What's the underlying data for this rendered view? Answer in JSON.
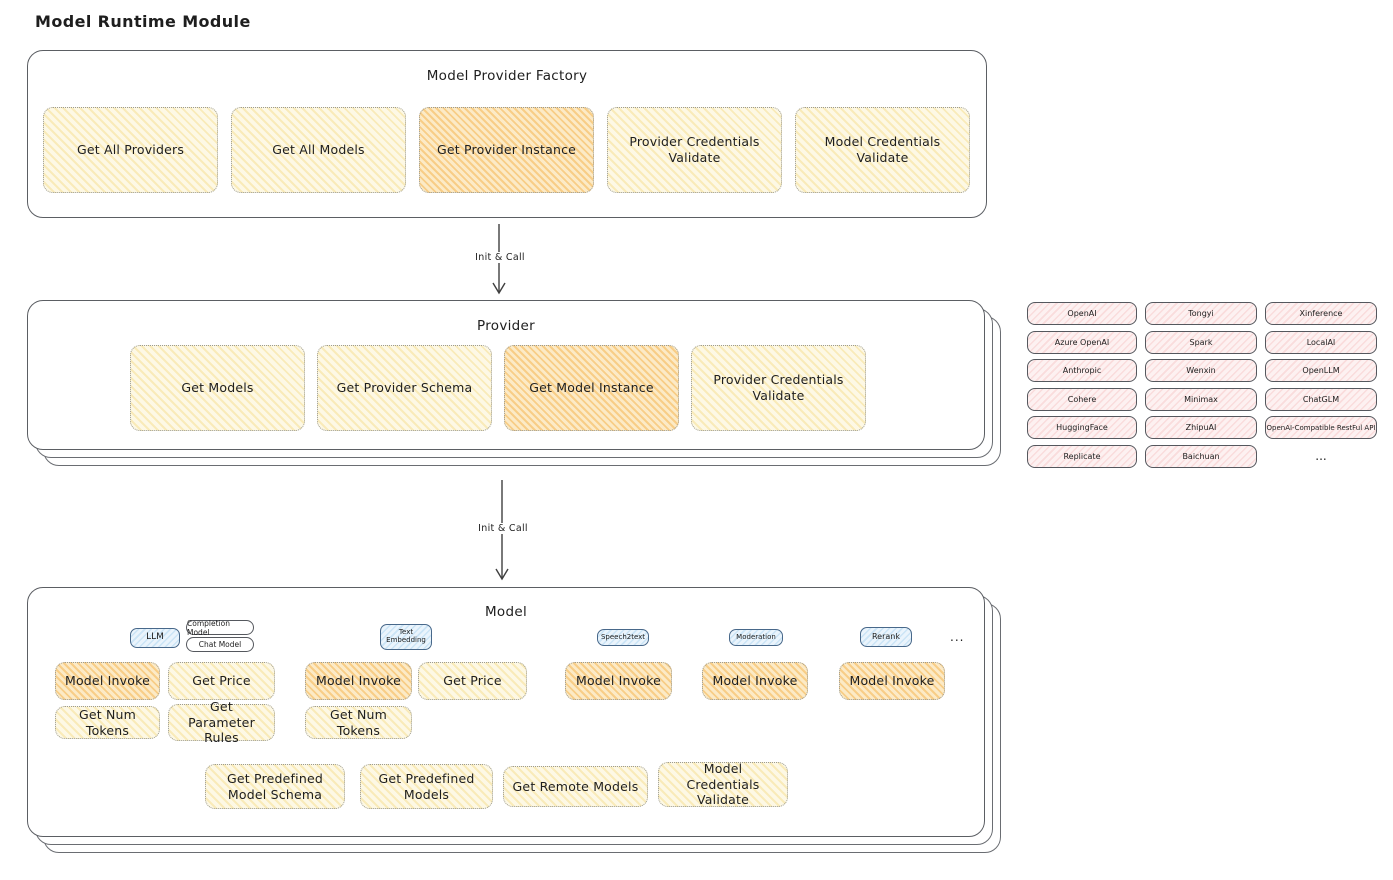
{
  "page_title": "Model Runtime Module",
  "factory": {
    "title": "Model Provider Factory",
    "items": [
      {
        "label": "Get All Providers",
        "highlighted": false
      },
      {
        "label": "Get All Models",
        "highlighted": false
      },
      {
        "label": "Get Provider Instance",
        "highlighted": true
      },
      {
        "label": "Provider Credentials Validate",
        "highlighted": false
      },
      {
        "label": "Model Credentials Validate",
        "highlighted": false
      }
    ]
  },
  "arrows": {
    "first_label": "Init & Call",
    "second_label": "Init & Call"
  },
  "provider": {
    "title": "Provider",
    "items": [
      {
        "label": "Get Models",
        "highlighted": false
      },
      {
        "label": "Get Provider Schema",
        "highlighted": false
      },
      {
        "label": "Get Model Instance",
        "highlighted": true
      },
      {
        "label": "Provider Credentials Validate",
        "highlighted": false
      }
    ]
  },
  "providers_panel": {
    "cells": [
      "OpenAI",
      "Tongyi",
      "Xinference",
      "Azure OpenAI",
      "Spark",
      "LocalAI",
      "Anthropic",
      "Wenxin",
      "OpenLLM",
      "Cohere",
      "Minimax",
      "ChatGLM",
      "HuggingFace",
      "ZhipuAI",
      "OpenAI-Compatible RestFul API",
      "Replicate",
      "Baichuan"
    ],
    "more_label": "..."
  },
  "model": {
    "title": "Model",
    "tags": {
      "llm": "LLM",
      "completion": "Completion Model",
      "chat": "Chat Model",
      "text_embedding": "Text Embedding",
      "speech2text": "Speech2text",
      "moderation": "Moderation",
      "rerank": "Rerank",
      "more": "..."
    },
    "functions": {
      "model_invoke": "Model Invoke",
      "get_price": "Get Price",
      "get_num_tokens": "Get Num Tokens",
      "get_parameter_rules": "Get Parameter Rules",
      "get_predefined_model_schema": "Get Predefined Model Schema",
      "get_predefined_models": "Get Predefined Models",
      "get_remote_models": "Get Remote Models",
      "model_credentials_validate": "Model Credentials Validate"
    }
  },
  "colors": {
    "yellow_fill": "#fdf8e4",
    "orange_fill": "#fbe9c4",
    "pink_fill": "#fdf1f1",
    "blue_fill": "#e9f4fb",
    "stroke": "#5b5e63"
  }
}
